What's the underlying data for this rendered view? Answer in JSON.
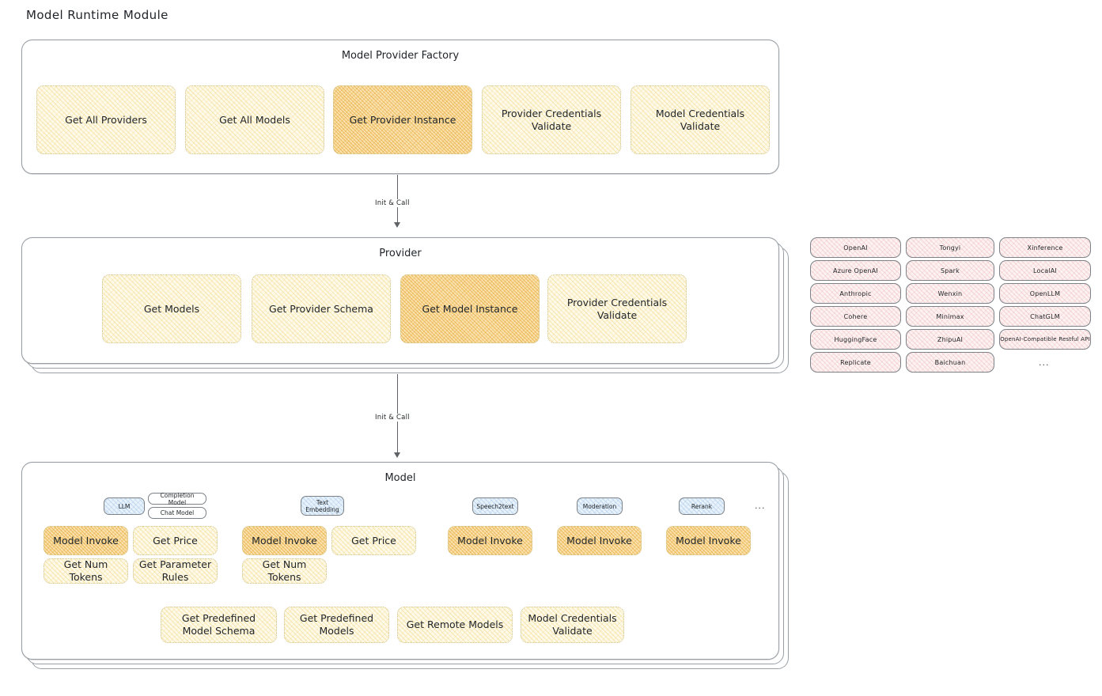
{
  "title": "Model Runtime Module",
  "factory": {
    "title": "Model Provider Factory",
    "items": [
      {
        "label": "Get All Providers",
        "highlight": false
      },
      {
        "label": "Get All Models",
        "highlight": false
      },
      {
        "label": "Get Provider Instance",
        "highlight": true
      },
      {
        "label": "Provider Credentials Validate",
        "highlight": false
      },
      {
        "label": "Model Credentials Validate",
        "highlight": false
      }
    ]
  },
  "arrow1": {
    "label": "Init & Call"
  },
  "provider": {
    "title": "Provider",
    "items": [
      {
        "label": "Get Models",
        "highlight": false
      },
      {
        "label": "Get Provider Schema",
        "highlight": false
      },
      {
        "label": "Get Model Instance",
        "highlight": true
      },
      {
        "label": "Provider Credentials Validate",
        "highlight": false
      }
    ]
  },
  "arrow2": {
    "label": "Init & Call"
  },
  "provider_list": {
    "column1": [
      "OpenAI",
      "Azure OpenAI",
      "Anthropic",
      "Cohere",
      "HuggingFace",
      "Replicate"
    ],
    "column2": [
      "Tongyi",
      "Spark",
      "Wenxin",
      "Minimax",
      "ZhipuAI",
      "Baichuan"
    ],
    "column3": [
      "Xinference",
      "LocalAI",
      "OpenLLM",
      "ChatGLM",
      "OpenAI-Compatible Restful API"
    ],
    "more": "..."
  },
  "model": {
    "title": "Model",
    "more": "...",
    "types": [
      {
        "badge": "LLM",
        "sub_badges": [
          "Completion Model",
          "Chat Model"
        ],
        "methods": [
          {
            "label": "Model Invoke",
            "highlight": true
          },
          {
            "label": "Get Price",
            "highlight": false
          },
          {
            "label": "Get Num Tokens",
            "highlight": false
          },
          {
            "label": "Get Parameter Rules",
            "highlight": false
          }
        ]
      },
      {
        "badge": "Text Embedding",
        "sub_badges": [],
        "methods": [
          {
            "label": "Model Invoke",
            "highlight": true
          },
          {
            "label": "Get Price",
            "highlight": false
          },
          {
            "label": "Get Num Tokens",
            "highlight": false
          }
        ]
      },
      {
        "badge": "Speech2text",
        "sub_badges": [],
        "methods": [
          {
            "label": "Model Invoke",
            "highlight": true
          }
        ]
      },
      {
        "badge": "Moderation",
        "sub_badges": [],
        "methods": [
          {
            "label": "Model Invoke",
            "highlight": true
          }
        ]
      },
      {
        "badge": "Rerank",
        "sub_badges": [],
        "methods": [
          {
            "label": "Model Invoke",
            "highlight": true
          }
        ]
      }
    ],
    "common_methods": [
      "Get Predefined Model Schema",
      "Get Predefined Models",
      "Get Remote Models",
      "Model Credentials Validate"
    ]
  }
}
